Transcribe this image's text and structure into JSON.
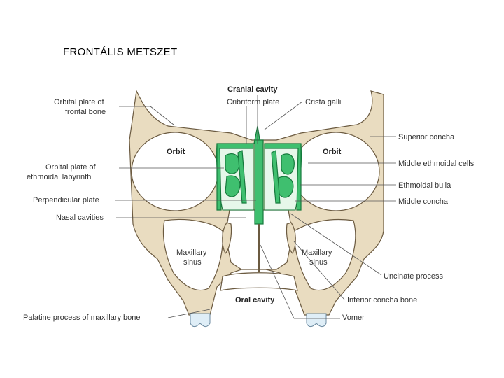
{
  "slide": {
    "title": "FRONTÁLIS METSZET"
  },
  "labels": {
    "cranial_cavity": "Cranial cavity",
    "cribriform_plate": "Cribriform plate",
    "crista_galli": "Crista galli",
    "orbital_plate_frontal_1": "Orbital plate of",
    "orbital_plate_frontal_2": "frontal bone",
    "superior_concha": "Superior concha",
    "orbit_left": "Orbit",
    "orbit_right": "Orbit",
    "orbital_plate_ethmoid_1": "Orbital plate of",
    "orbital_plate_ethmoid_2": "ethmoidal labyrinth",
    "middle_ethmoidal_cells": "Middle ethmoidal cells",
    "ethmoidal_bulla": "Ethmoidal bulla",
    "perpendicular_plate": "Perpendicular plate",
    "middle_concha": "Middle concha",
    "nasal_cavities": "Nasal cavities",
    "maxillary_sinus_left_1": "Maxillary",
    "maxillary_sinus_left_2": "sinus",
    "maxillary_sinus_right_1": "Maxillary",
    "maxillary_sinus_right_2": "sinus",
    "uncinate_process": "Uncinate process",
    "oral_cavity": "Oral cavity",
    "inferior_concha_bone": "Inferior concha bone",
    "palatine_process": "Palatine process of maxillary bone",
    "vomer": "Vomer"
  }
}
